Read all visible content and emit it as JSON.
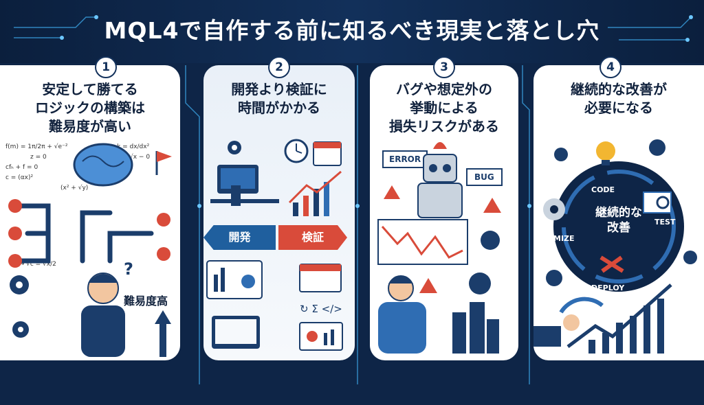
{
  "title": "MQL4で自作する前に知るべき現実と落とし穴",
  "panels": [
    {
      "number": "1",
      "title": "安定して勝てる\nロジックの構築は\n難易度が高い",
      "badge": "難易度高"
    },
    {
      "number": "2",
      "title": "開発より検証に\n時間がかかる",
      "arrow_left": "開発",
      "arrow_right": "検証"
    },
    {
      "number": "3",
      "title": "バグや想定外の\n挙動による\n損失リスクがある",
      "error_label": "ERROR",
      "bug_label": "BUG"
    },
    {
      "number": "4",
      "title": "継続的な改善が\n必要になる",
      "center": "継続的な\n改善",
      "cycle": {
        "code": "CODE",
        "test": "TEST",
        "deploy": "DEPLOY",
        "optimize": "OPTIMIZE"
      }
    }
  ],
  "formulas": {
    "f1": "f(m) = 1π/2π + √e⁻²",
    "f2": "k = dx/dx²",
    "f3": "z = 0",
    "f4": "cfₕ + f = 0",
    "f5": "√x − 0",
    "f6": "c = (αx)²",
    "f7": "(x² + √y)",
    "f8": "h→ √c = √x/2"
  },
  "colors": {
    "navy": "#0e2547",
    "accent_blue": "#1f5f9e",
    "accent_red": "#d94b3a",
    "light": "#ffffff"
  }
}
